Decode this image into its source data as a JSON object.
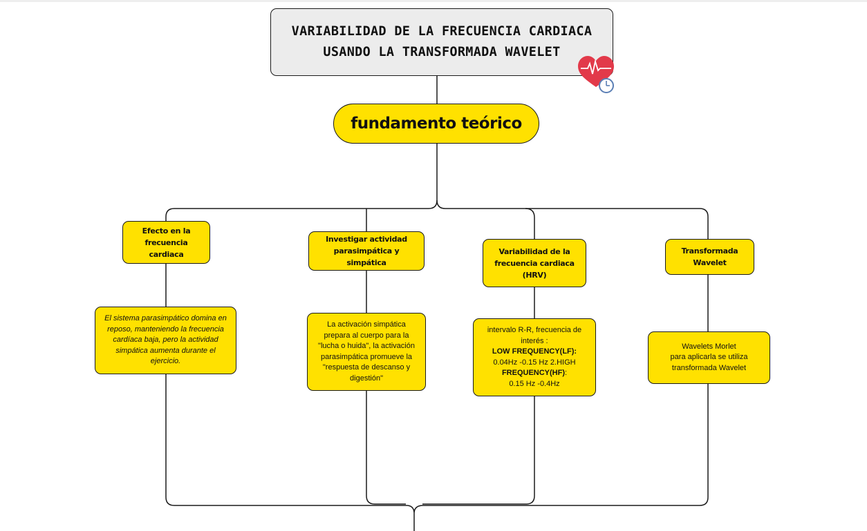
{
  "title": {
    "line1": "VARIABILIDAD DE LA FRECUENCIA CARDIACA",
    "line2": "USANDO LA TRANSFORMADA WAVELET",
    "icon": "heart-with-clock-icon"
  },
  "center": {
    "label": "fundamento teórico"
  },
  "branches": [
    {
      "heading": [
        "Efecto en la",
        "frecuencia cardiaca"
      ],
      "detail": [
        "El sistema parasimpático domina en",
        "reposo, manteniendo la frecuencia",
        "cardíaca baja, pero la actividad",
        "simpática aumenta durante el",
        "ejercicio."
      ]
    },
    {
      "heading": [
        "Investigar actividad",
        "parasimpática y simpática"
      ],
      "detail": [
        "La activación simpática",
        "prepara al cuerpo para la",
        "\"lucha o huida\", la activación",
        "parasimpática promueve la",
        "\"respuesta de descanso y",
        "digestión\""
      ]
    },
    {
      "heading": [
        "Variabilidad de la",
        "frecuencia cardiaca",
        "(HRV)"
      ],
      "detail": {
        "intro1": "intervalo R-R, frecuencia de",
        "intro2": "interés :",
        "lf_label": "LOW FREQUENCY(LF):",
        "lf_value": "0.04Hz -0.15 Hz 2.HIGH",
        "hf_label": "FREQUENCY(HF)",
        "hf_colon": ":",
        "hf_value": "0.15 Hz -0.4Hz"
      }
    },
    {
      "heading": [
        "Transformada",
        "Wavelet"
      ],
      "detail": [
        "Wavelets Morlet",
        "para aplicarla se utiliza",
        "transformada Wavelet"
      ]
    }
  ],
  "colors": {
    "box_fill": "#ffe100",
    "title_fill": "#ececec",
    "stroke": "#1a1a1a"
  }
}
